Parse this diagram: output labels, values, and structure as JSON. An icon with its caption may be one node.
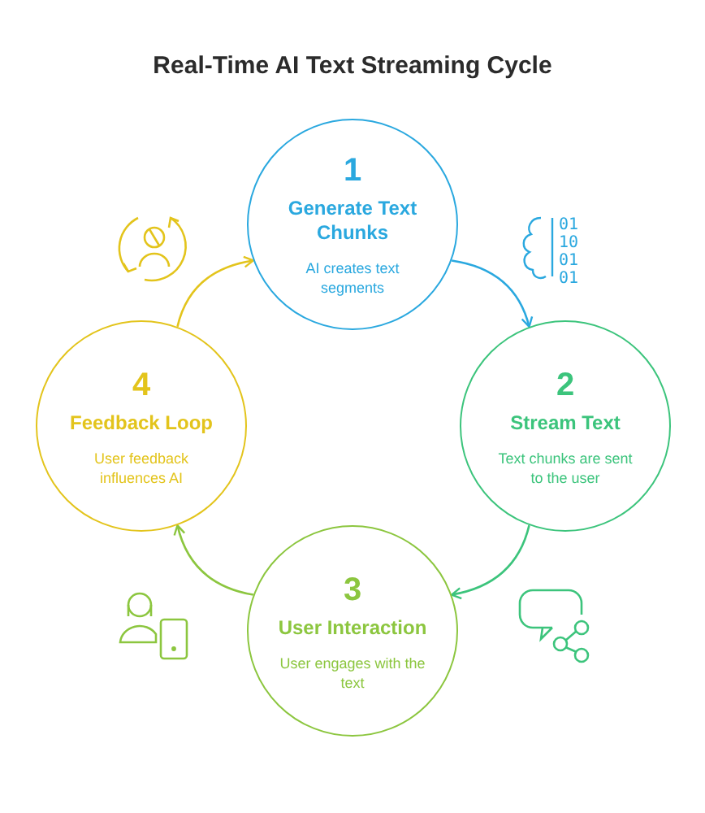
{
  "diagram": {
    "title": "Real-Time AI Text Streaming Cycle",
    "nodes": [
      {
        "text": [
          "1",
          "Generate Text Chunks",
          "AI creates text segments"
        ]
      },
      {
        "text": [
          "2",
          "Stream Text",
          "Text chunks are sent to the user"
        ]
      },
      {
        "text": [
          "3",
          "User Interaction",
          "User engages with the text"
        ]
      },
      {
        "text": [
          "4",
          "Feedback Loop",
          "User feedback influences AI"
        ]
      }
    ],
    "edges": [
      {
        "from": 0,
        "to": 1,
        "arrow": "to",
        "color": "#2aa8df"
      },
      {
        "from": 1,
        "to": 2,
        "arrow": "to",
        "color": "#3cc47c"
      },
      {
        "from": 2,
        "to": 3,
        "arrow": "to",
        "color": "#8cc63f"
      },
      {
        "from": 3,
        "to": 0,
        "arrow": "to",
        "color": "#e3c41c"
      }
    ],
    "labels": [
      "01",
      "10",
      "01",
      "01"
    ]
  }
}
